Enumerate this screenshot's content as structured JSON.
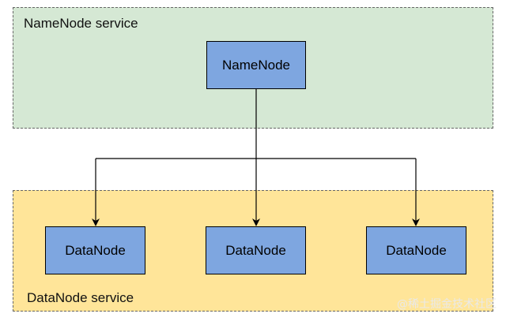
{
  "regions": {
    "namenode_service": {
      "label": "NameNode service",
      "fill": "#d5e8d4"
    },
    "datanode_service": {
      "label": "DataNode service",
      "fill": "#ffe599"
    }
  },
  "nodes": {
    "namenode": {
      "label": "NameNode"
    },
    "datanodes": [
      {
        "label": "DataNode"
      },
      {
        "label": "DataNode"
      },
      {
        "label": "DataNode"
      }
    ],
    "fill": "#7ea6e0"
  },
  "connectors": {
    "from": "NameNode",
    "to": [
      "DataNode",
      "DataNode",
      "DataNode"
    ]
  },
  "watermark": {
    "text": "@稀土掘金技术社区"
  }
}
